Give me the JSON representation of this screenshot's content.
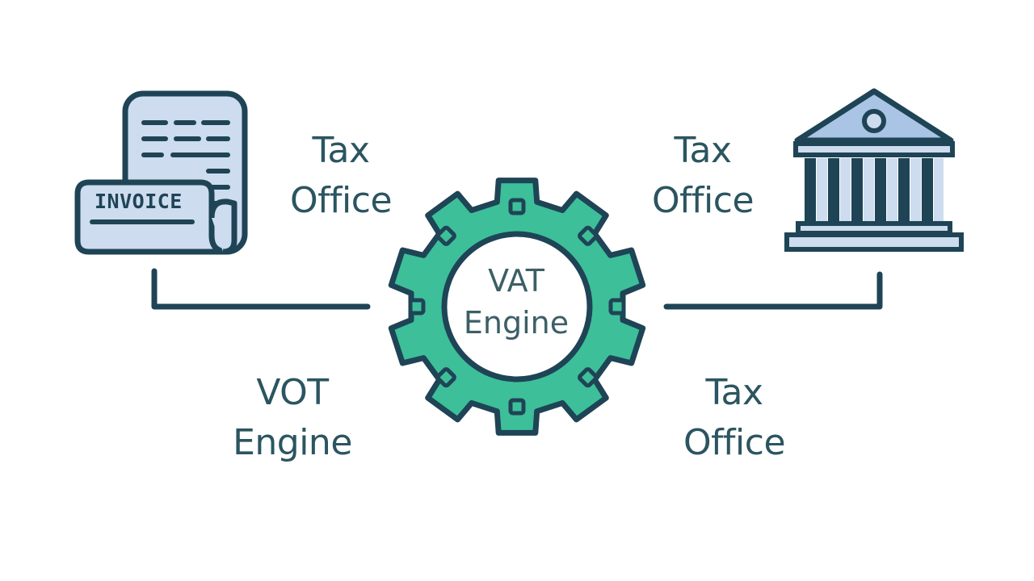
{
  "labels": {
    "top_left": {
      "line1": "Tax",
      "line2": "Office"
    },
    "top_right": {
      "line1": "Tax",
      "line2": "Office"
    },
    "bottom_left": {
      "line1": "VOT",
      "line2": "Engine"
    },
    "bottom_right": {
      "line1": "Tax",
      "line2": "Office"
    },
    "center": {
      "line1": "VAT",
      "line2": "Engine"
    }
  },
  "invoice": {
    "stamp_text": "INVOICE"
  },
  "icons": {
    "left": "invoice-document-icon",
    "center": "gear-icon",
    "right": "bank-building-icon"
  },
  "colors": {
    "outline": "#1e4456",
    "paper_fill": "#cddcee",
    "gear_fill": "#3dbf9a",
    "text": "#2b5560",
    "connector": "#1e4456"
  }
}
